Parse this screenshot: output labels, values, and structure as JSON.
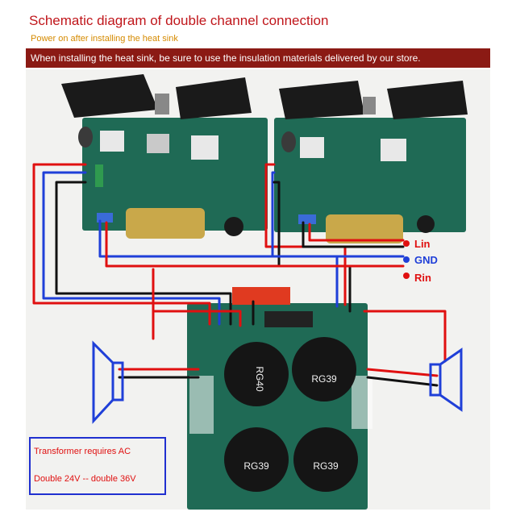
{
  "header": {
    "title": "Schematic diagram of double channel connection",
    "subtitle": "Power on after installing the heat sink",
    "banner": "When installing the heat sink, be sure to use the insulation materials delivered by our store."
  },
  "inputs": {
    "lin": "Lin",
    "gnd": "GND",
    "rin": "Rin"
  },
  "capacitors": {
    "label_a": "RG40",
    "label_b": "RG39",
    "label_c": "RG39",
    "label_d": "RG39"
  },
  "note": {
    "line1": "Transformer requires AC",
    "line2": "Double 24V -- double 36V"
  },
  "colors": {
    "title": "#c0161b",
    "subtitle": "#d58a00",
    "banner": "#8b1a14",
    "wire_red": "#e01010",
    "wire_blue": "#1f3fd8",
    "wire_black": "#111111",
    "board": "#1f6a55",
    "note_border": "#2030d0"
  },
  "icons": {
    "speaker_left": "speaker-outline-icon",
    "speaker_right": "speaker-outline-icon"
  }
}
